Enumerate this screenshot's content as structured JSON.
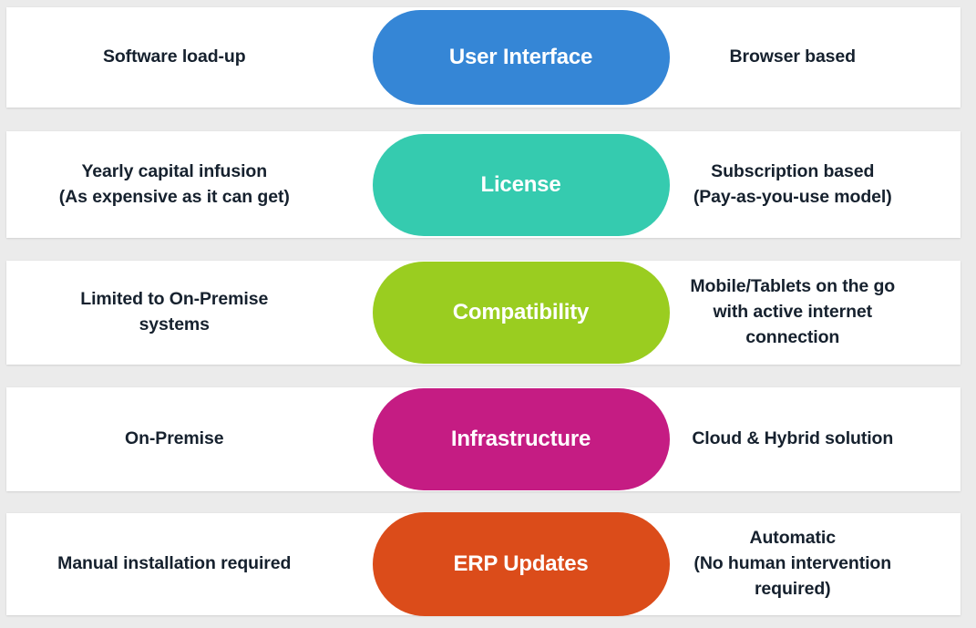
{
  "background_color": "#ebebeb",
  "card_color": "#ffffff",
  "text_color": "#16212e",
  "pill_text_color": "#ffffff",
  "rows": [
    {
      "topic": "User Interface",
      "pill_color": "#3586d6",
      "left": [
        "Software load-up"
      ],
      "right": [
        "Browser based"
      ]
    },
    {
      "topic": "License",
      "pill_color": "#35cbaf",
      "left": [
        "Yearly capital infusion",
        "(As expensive as it can get)"
      ],
      "right": [
        "Subscription based",
        "(Pay-as-you-use model)"
      ]
    },
    {
      "topic": "Compatibility",
      "pill_color": "#9acd20",
      "left": [
        "Limited to On-Premise",
        "systems"
      ],
      "right": [
        "Mobile/Tablets on the go",
        "with active internet",
        "connection"
      ]
    },
    {
      "topic": "Infrastructure",
      "pill_color": "#c51c83",
      "left": [
        "On-Premise"
      ],
      "right": [
        "Cloud & Hybrid solution"
      ]
    },
    {
      "topic": "ERP Updates",
      "pill_color": "#db4c1a",
      "left": [
        "Manual installation required"
      ],
      "right": [
        "Automatic",
        "(No human intervention",
        "required)"
      ]
    }
  ]
}
